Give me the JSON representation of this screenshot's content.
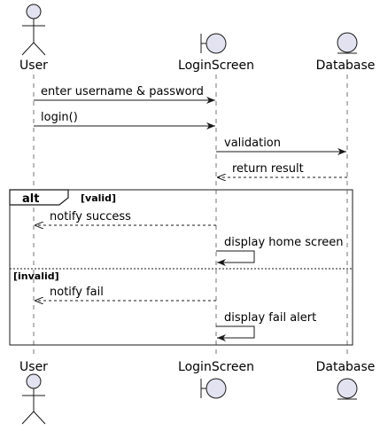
{
  "participants": [
    {
      "id": "user",
      "name": "User",
      "kind": "actor"
    },
    {
      "id": "login",
      "name": "LoginScreen",
      "kind": "boundary"
    },
    {
      "id": "db",
      "name": "Database",
      "kind": "entity"
    }
  ],
  "messages": [
    {
      "from": "user",
      "to": "login",
      "label": "enter username & password",
      "style": "solid"
    },
    {
      "from": "user",
      "to": "login",
      "label": "login()",
      "style": "solid"
    },
    {
      "from": "login",
      "to": "db",
      "label": "validation",
      "style": "solid"
    },
    {
      "from": "db",
      "to": "login",
      "label": "return result",
      "style": "dashed"
    },
    {
      "from": "login",
      "to": "user",
      "label": "notify success",
      "style": "dashed"
    },
    {
      "from": "login",
      "to": "login",
      "label": "display home screen",
      "style": "solid"
    },
    {
      "from": "login",
      "to": "user",
      "label": "notify fail",
      "style": "dashed"
    },
    {
      "from": "login",
      "to": "login",
      "label": "display fail alert",
      "style": "solid"
    }
  ],
  "alt_fragment": {
    "keyword": "alt",
    "guards": [
      "[valid]",
      "[invalid]"
    ]
  },
  "colors": {
    "participant_fill": "#E2E2F0",
    "stroke": "#181818"
  }
}
